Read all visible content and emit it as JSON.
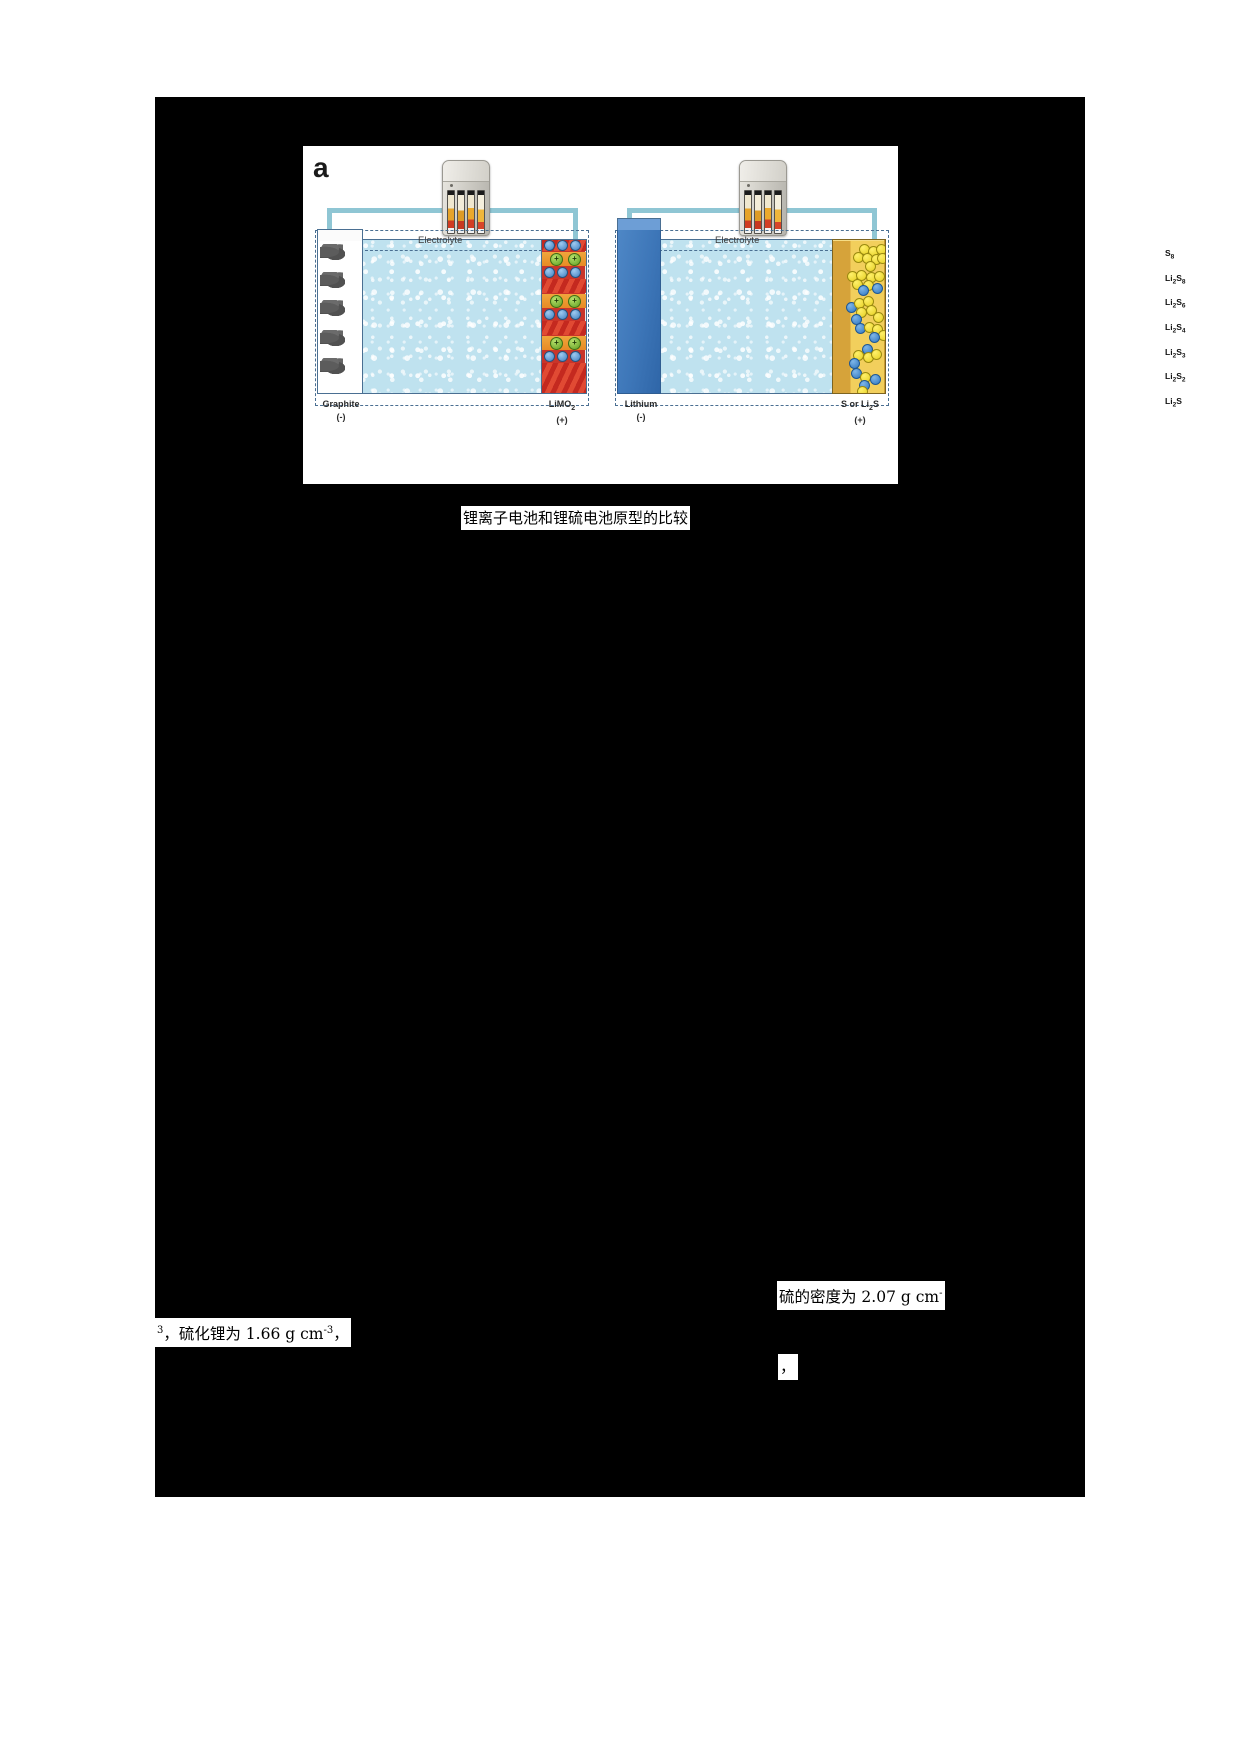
{
  "document": {
    "page_background": "#ffffff",
    "body_background": "#000000"
  },
  "figure": {
    "panel_letter": "a",
    "liion_cell": {
      "electrolyte_label": "Electrolyte",
      "anode_name": "Graphite",
      "anode_sign": "(-)",
      "cathode_name": "LiMO",
      "cathode_sub": "2",
      "cathode_sign": "(+)"
    },
    "lis_cell": {
      "electrolyte_label": "Electrolyte",
      "anode_name": "Lithium",
      "anode_sign": "(-)",
      "cathode_name": "S or Li",
      "cathode_sub": "2",
      "cathode_name_tail": "S",
      "cathode_sign": "(+)"
    },
    "species_labels": [
      {
        "base": "S",
        "sub": "8",
        "tail": ""
      },
      {
        "base": "Li",
        "sub": "2",
        "tail": "S",
        "sub2": "8"
      },
      {
        "base": "Li",
        "sub": "2",
        "tail": "S",
        "sub2": "6"
      },
      {
        "base": "Li",
        "sub": "2",
        "tail": "S",
        "sub2": "4"
      },
      {
        "base": "Li",
        "sub": "2",
        "tail": "S",
        "sub2": "3"
      },
      {
        "base": "Li",
        "sub": "2",
        "tail": "S",
        "sub2": "2"
      },
      {
        "base": "Li",
        "sub": "2",
        "tail": "S",
        "sub2": ""
      }
    ],
    "colors": {
      "electrolyte": "#bfe2ef",
      "wire": "#8fc6d4",
      "lithium_metal": "#3d76b8",
      "sulfur": "#f2cf5c",
      "limo2_red": "#c9352a",
      "limo2_orange": "#ee9c2c",
      "graphite": "#5c5c5c",
      "outline": "#4a6f92"
    }
  },
  "caption": {
    "text": "锂离子电池和锂硫电池原型的比较"
  },
  "text_fragments": {
    "fragment_1_prefix": "硫的密度为 2.07 g cm",
    "fragment_1_sup": "-",
    "fragment_2_sup": "3",
    "fragment_2_text": "，硫化锂为 1.66 g cm",
    "fragment_2_sup2": "-3",
    "fragment_2_tail": "，",
    "fragment_3": "，"
  }
}
